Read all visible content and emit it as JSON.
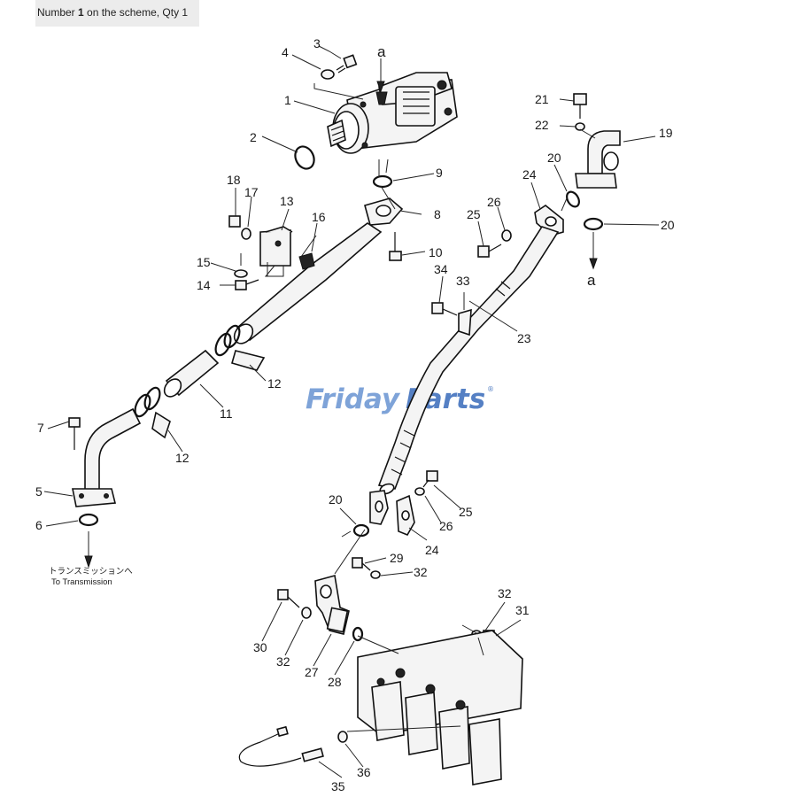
{
  "caption": {
    "prefix": "Number ",
    "number": "1",
    "suffix": " on the scheme, Qty 1"
  },
  "watermark": {
    "part1": "Friday",
    "part2": "Parts",
    "reg": "®"
  },
  "annotations": {
    "to_transmission_jp": "トランスミッションへ",
    "to_transmission_en": "To Transmission",
    "connector_top": "a",
    "connector_right": "a"
  },
  "callouts": [
    "1",
    "2",
    "3",
    "4",
    "5",
    "6",
    "7",
    "8",
    "9",
    "10",
    "11",
    "12",
    "12",
    "13",
    "14",
    "15",
    "16",
    "17",
    "18",
    "19",
    "20",
    "20",
    "20",
    "21",
    "22",
    "23",
    "24",
    "24",
    "25",
    "25",
    "26",
    "26",
    "27",
    "28",
    "29",
    "30",
    "31",
    "32",
    "32",
    "32",
    "33",
    "34",
    "35",
    "36"
  ]
}
